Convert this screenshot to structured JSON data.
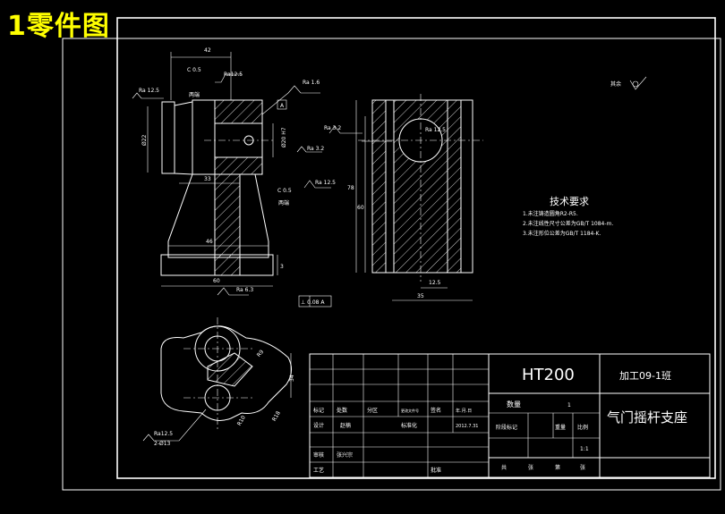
{
  "title": "1零件图",
  "colors": {
    "title": "#ffff00",
    "lines": "#ffffff",
    "background": "#000000"
  },
  "dims": {
    "d42": "42",
    "c05a": "C 0.5",
    "c05b": "C 0.5",
    "both_ends_a": "两端",
    "both_ends_b": "两端",
    "ra125": "Ra12.5",
    "ra16": "Ra 1.6",
    "ra32a": "Ra 3.2",
    "ra125b": "Ra 12.5",
    "ra32b": "Ra 3.2",
    "ra125c": "Ra 12.5",
    "ra125d": "Ra 12.5",
    "ra63": "Ra 6.3",
    "d33": "33",
    "d46": "46",
    "d60": "60",
    "d3": "3",
    "d78": "78",
    "d60b": "60",
    "d125": "12.5",
    "d35": "35",
    "phi22": "Ø22",
    "phi20": "Ø20 H7",
    "d34": "34",
    "r9": "R9",
    "r10": "R10",
    "r18": "R18",
    "hole_spec": "2-Ø13",
    "perp_tol": "⊥ 0.08 A",
    "datum": "A",
    "rest": "其余"
  },
  "tech_req": {
    "heading": "技术要求",
    "items": [
      "1.未注铸造圆角R2-R5.",
      "2.未注线性尺寸公差为GB/T 1084-m.",
      "3.未注形位公差为GB/T 1184-K."
    ]
  },
  "title_block": {
    "material": "HT200",
    "school": "加工09-1班",
    "part_name": "气门摇杆支座",
    "quantity_label": "数量",
    "quantity": "1",
    "marks_label": "标记",
    "count_label": "处数",
    "zone_label": "分区",
    "change_label": "更改文件号",
    "sign_label": "签名",
    "date_label": "年.月.日",
    "design_label": "设计",
    "designer": "赵楠",
    "standard_label": "标准化",
    "design_date": "2012.7.31",
    "stage_label": "阶段标记",
    "weight_label": "重量",
    "scale_label": "比例",
    "scale": "1:1",
    "review_label": "审核",
    "reviewer": "张兴宗",
    "process_label": "工艺",
    "approve_label": "批准",
    "total_label": "共",
    "sheets_label": "张",
    "sheet_label": "第",
    "sheet_unit": "张"
  }
}
